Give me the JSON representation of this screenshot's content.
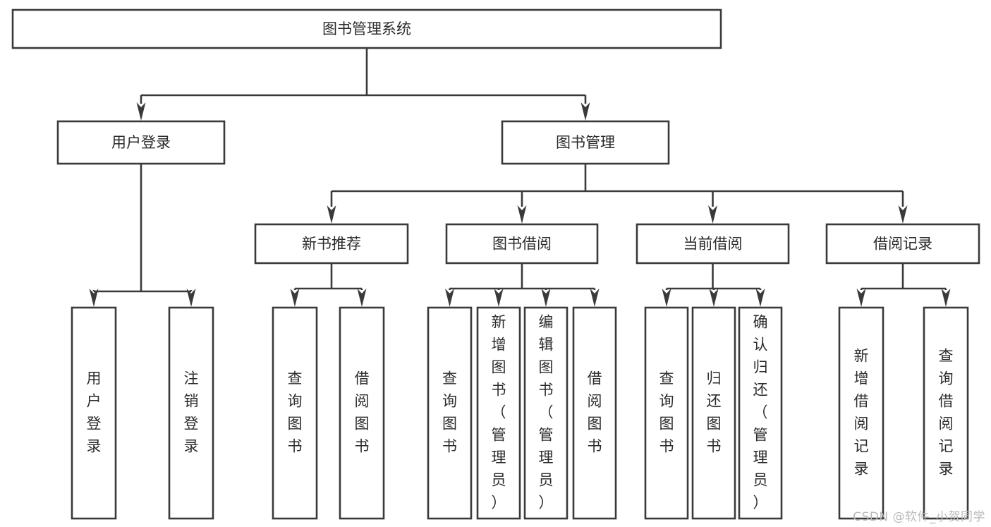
{
  "diagram": {
    "type": "tree",
    "title": "图书管理系统",
    "watermark": "CSDN @软件_小贺同学",
    "colors": {
      "stroke": "#3a3a3a",
      "box_fill": "#ffffff",
      "text": "#2b2b2b",
      "background": "#ffffff",
      "watermark": "#b9b9b9"
    },
    "levels": [
      {
        "level": 0,
        "nodes": [
          "root"
        ]
      },
      {
        "level": 1,
        "nodes": [
          "user-login",
          "book-management"
        ]
      },
      {
        "level": 2,
        "nodes": [
          "new-book-recommend",
          "book-borrow",
          "current-borrow",
          "borrow-record"
        ]
      },
      {
        "level": 3,
        "nodes": [
          "user-login-leaf",
          "logout-leaf",
          "query-book-1",
          "borrow-book-1",
          "query-book-2",
          "add-book-admin",
          "edit-book-admin",
          "borrow-book-2",
          "query-book-3",
          "return-book",
          "confirm-return-admin",
          "add-borrow-record",
          "query-borrow-record"
        ]
      }
    ],
    "nodes": {
      "root": {
        "label": "图书管理系统",
        "orientation": "horizontal"
      },
      "user-login": {
        "label": "用户登录",
        "orientation": "horizontal"
      },
      "book-management": {
        "label": "图书管理",
        "orientation": "horizontal"
      },
      "new-book-recommend": {
        "label": "新书推荐",
        "orientation": "horizontal"
      },
      "book-borrow": {
        "label": "图书借阅",
        "orientation": "horizontal"
      },
      "current-borrow": {
        "label": "当前借阅",
        "orientation": "horizontal"
      },
      "borrow-record": {
        "label": "借阅记录",
        "orientation": "horizontal"
      },
      "user-login-leaf": {
        "label": "用户登录",
        "orientation": "vertical"
      },
      "logout-leaf": {
        "label": "注销登录",
        "orientation": "vertical"
      },
      "query-book-1": {
        "label": "查询图书",
        "orientation": "vertical"
      },
      "borrow-book-1": {
        "label": "借阅图书",
        "orientation": "vertical"
      },
      "query-book-2": {
        "label": "查询图书",
        "orientation": "vertical"
      },
      "add-book-admin": {
        "label": "新增图书（管理员）",
        "orientation": "vertical"
      },
      "edit-book-admin": {
        "label": "编辑图书（管理员）",
        "orientation": "vertical"
      },
      "borrow-book-2": {
        "label": "借阅图书",
        "orientation": "vertical"
      },
      "query-book-3": {
        "label": "查询图书",
        "orientation": "vertical"
      },
      "return-book": {
        "label": "归还图书",
        "orientation": "vertical"
      },
      "confirm-return-admin": {
        "label": "确认归还（管理员）",
        "orientation": "vertical"
      },
      "add-borrow-record": {
        "label": "新增借阅记录",
        "orientation": "vertical"
      },
      "query-borrow-record": {
        "label": "查询借阅记录",
        "orientation": "vertical"
      }
    },
    "edges": [
      {
        "from": "root",
        "to": "user-login"
      },
      {
        "from": "root",
        "to": "book-management"
      },
      {
        "from": "user-login",
        "to": "user-login-leaf"
      },
      {
        "from": "user-login",
        "to": "logout-leaf"
      },
      {
        "from": "book-management",
        "to": "new-book-recommend"
      },
      {
        "from": "book-management",
        "to": "book-borrow"
      },
      {
        "from": "book-management",
        "to": "current-borrow"
      },
      {
        "from": "book-management",
        "to": "borrow-record"
      },
      {
        "from": "new-book-recommend",
        "to": "query-book-1"
      },
      {
        "from": "new-book-recommend",
        "to": "borrow-book-1"
      },
      {
        "from": "book-borrow",
        "to": "query-book-2"
      },
      {
        "from": "book-borrow",
        "to": "add-book-admin"
      },
      {
        "from": "book-borrow",
        "to": "edit-book-admin"
      },
      {
        "from": "book-borrow",
        "to": "borrow-book-2"
      },
      {
        "from": "current-borrow",
        "to": "query-book-3"
      },
      {
        "from": "current-borrow",
        "to": "return-book"
      },
      {
        "from": "current-borrow",
        "to": "confirm-return-admin"
      },
      {
        "from": "borrow-record",
        "to": "add-borrow-record"
      },
      {
        "from": "borrow-record",
        "to": "query-borrow-record"
      }
    ]
  }
}
